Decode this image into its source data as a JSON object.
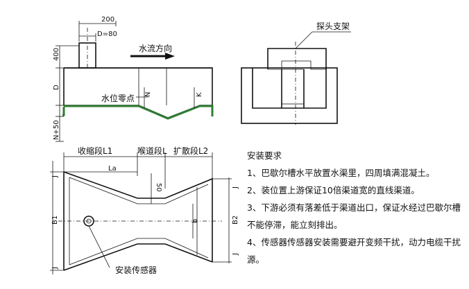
{
  "side_view": {
    "dim_200": "200",
    "dim_d80": "D=80",
    "flow_direction": "水流方向",
    "dim_400": "400",
    "dim_d": "D",
    "water_zero": "水位零点",
    "dim_n": "N",
    "dim_k": "K",
    "dim_n50": "N+50"
  },
  "section_view": {
    "probe_bracket": "探头支架"
  },
  "plan_view": {
    "seg_converge": "收缩段L1",
    "seg_throat": "喉道段L",
    "seg_diverge": "扩散段L2",
    "dim_la": "La",
    "dim_50": "50",
    "dim_j_left_top": "J",
    "dim_j_left_bottom": "J",
    "dim_b1": "B1",
    "dim_j_right_top": "J",
    "dim_j_right_bottom": "J",
    "dim_b2": "B2",
    "dim_b": "b",
    "sensor_label": "安装传感器"
  },
  "notes": {
    "title": "安装要求",
    "items": [
      "1、巴歇尔槽水平放置水渠里，四周填满混凝土。",
      "2、装位置上游保证10倍渠道宽的直线渠道。",
      "3、下游必须有落差低于渠道出口，保证水经过巴歇尔槽不能停滞，能立刻排出。",
      "4、传感器传感器安装需要避开变频干扰，动力电缆干扰源。"
    ]
  }
}
